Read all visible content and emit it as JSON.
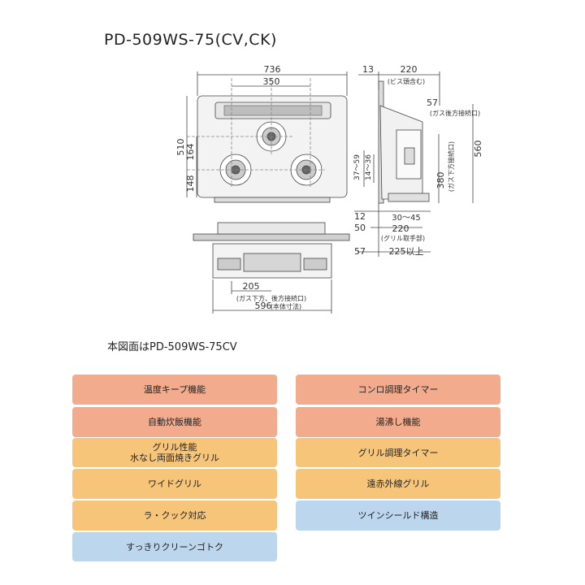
{
  "title": "PD-509WS-75(CV,CK)",
  "caption": "本図面はPD-509WS-75CV",
  "drawing": {
    "top_dims": {
      "width": "736",
      "inner": "350"
    },
    "left_dims": {
      "height": "510",
      "upper": "164",
      "lower": "148"
    },
    "side_dims": {
      "d13": "13",
      "d220": "220",
      "screw_note": "(ビス頭含む)",
      "d57": "57",
      "gas_rear_note": "(ガス後方接続口)",
      "d560": "560",
      "d380": "380",
      "gas_low_note": "(ガス下方接続口)",
      "r1": "37～59",
      "r2": "14～36",
      "d12": "12",
      "d50": "50",
      "r3": "30～45",
      "d220b": "220",
      "grill_note": "(グリル取手部)",
      "d57b": "57",
      "d225": "225以上"
    },
    "front_dims": {
      "d205": "205",
      "gas_note": "(ガス下方、後方接続口)",
      "d596": "596",
      "body_note": "(本体寸法)"
    }
  },
  "features": {
    "left": [
      {
        "label": "温度キープ機能",
        "color": "#f2ab8c"
      },
      {
        "label": "自動炊飯機能",
        "color": "#f2ab8c"
      },
      {
        "label": "グリル性能",
        "label2": "水なし両面焼きグリル",
        "color": "#f7c57a"
      },
      {
        "label": "ワイドグリル",
        "color": "#f7c57a"
      },
      {
        "label": "ラ・クック対応",
        "color": "#f7c57a"
      },
      {
        "label": "すっきりクリーンゴトク",
        "color": "#bcd6ee"
      }
    ],
    "right": [
      {
        "label": "コンロ調理タイマー",
        "color": "#f2ab8c"
      },
      {
        "label": "湯沸し機能",
        "color": "#f2ab8c"
      },
      {
        "label": "グリル調理タイマー",
        "color": "#f7c57a"
      },
      {
        "label": "遠赤外線グリル",
        "color": "#f7c57a"
      },
      {
        "label": "ツインシールド構造",
        "color": "#bcd6ee"
      }
    ]
  }
}
